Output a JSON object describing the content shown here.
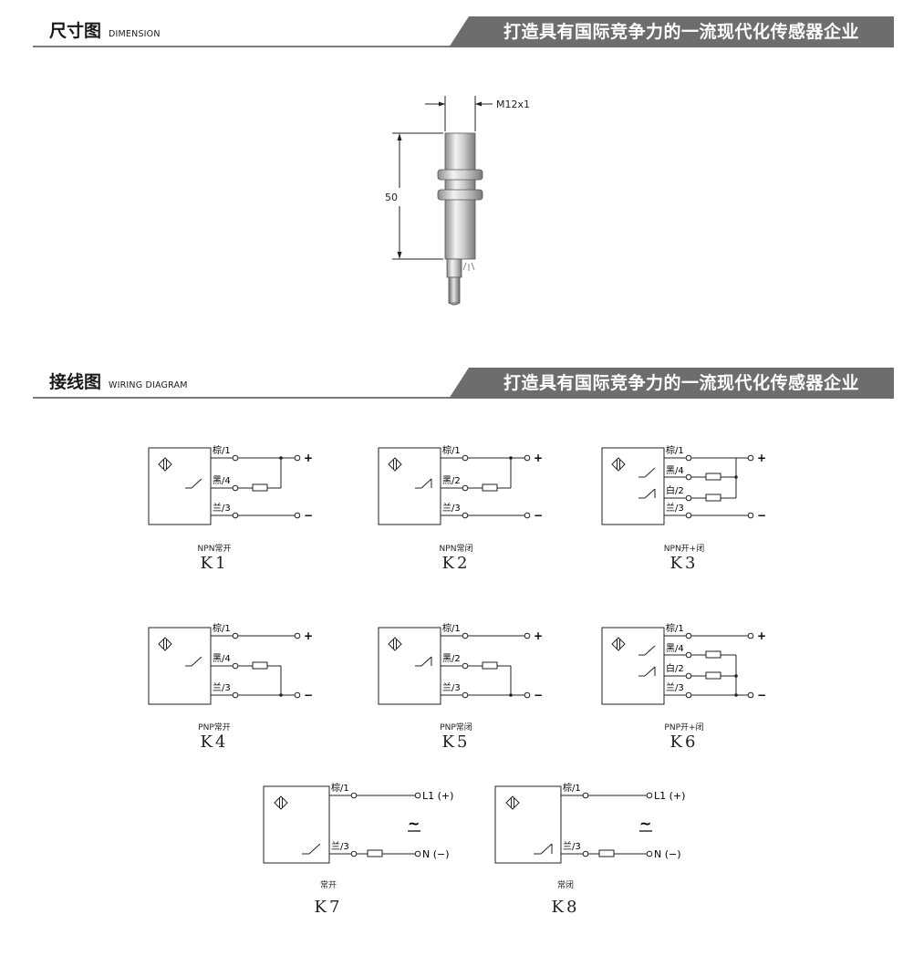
{
  "sections": {
    "dimension": {
      "title": "尺寸图",
      "title_en": "DIMENSION",
      "banner": "打造具有国际竞争力的一流现代化传感器企业"
    },
    "wiring": {
      "title": "接线图",
      "title_en": "WIRING DIAGRAM",
      "banner": "打造具有国际竞争力的一流现代化传感器企业"
    }
  },
  "dimension_drawing": {
    "thread_label": "M12x1",
    "length_label": "50"
  },
  "wires": {
    "brown": "棕/1",
    "black4": "黑/4",
    "black2": "黑/2",
    "white2": "白/2",
    "blue3": "兰/3",
    "plus": "+",
    "minus": "−",
    "l1": "L1 (+)",
    "n": "N (−)",
    "ac": "~"
  },
  "diagrams": [
    {
      "id": "K1",
      "caption": "NPN常开",
      "label": "K1"
    },
    {
      "id": "K2",
      "caption": "NPN常闭",
      "label": "K2"
    },
    {
      "id": "K3",
      "caption": "NPN开+闭",
      "label": "K3"
    },
    {
      "id": "K4",
      "caption": "PNP常开",
      "label": "K4"
    },
    {
      "id": "K5",
      "caption": "PNP常闭",
      "label": "K5"
    },
    {
      "id": "K6",
      "caption": "PNP开+闭",
      "label": "K6"
    },
    {
      "id": "K7",
      "caption": "常开",
      "label": "K7"
    },
    {
      "id": "K8",
      "caption": "常闭",
      "label": "K8"
    }
  ]
}
